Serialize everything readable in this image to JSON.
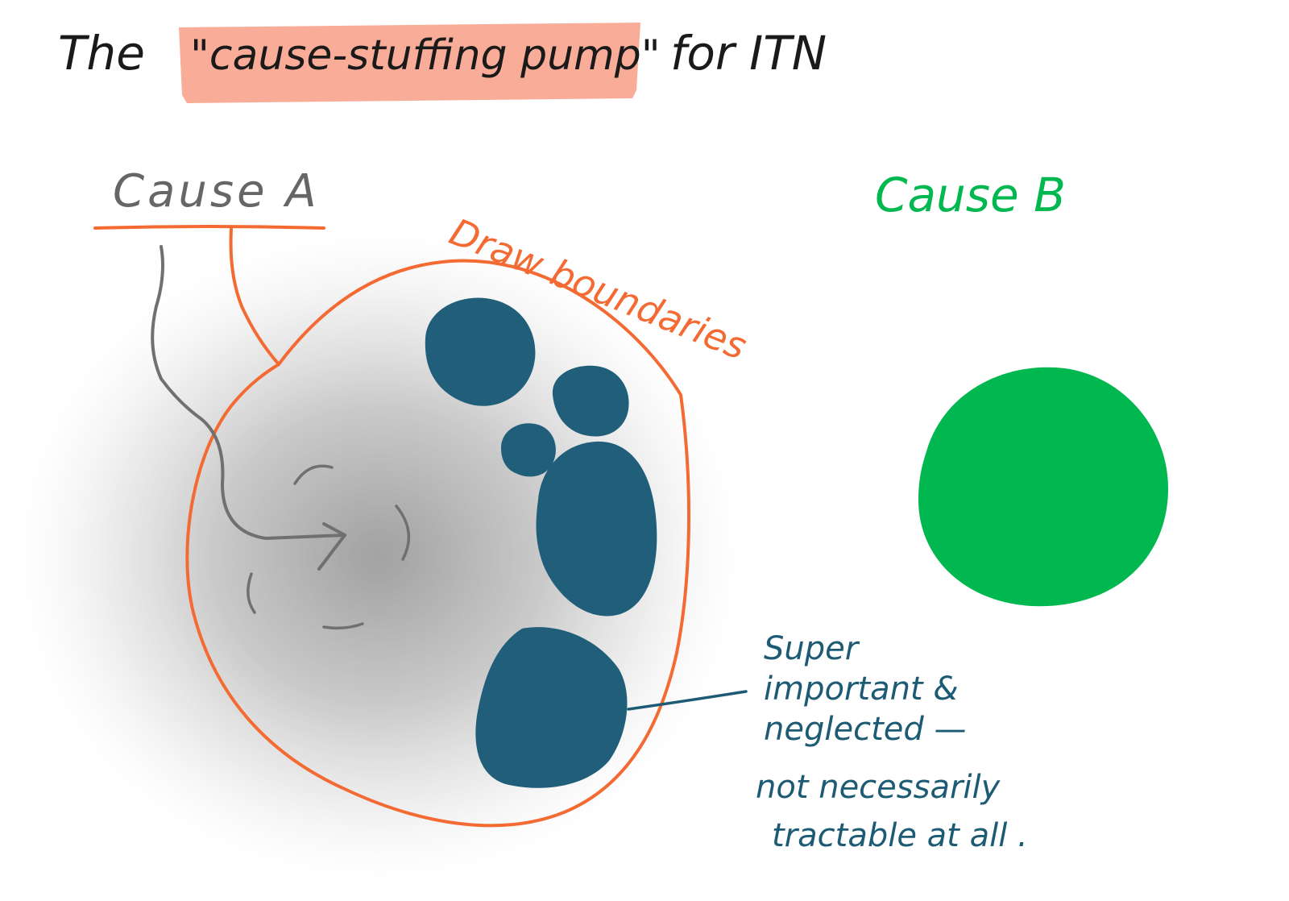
{
  "title": {
    "prefix": "The",
    "highlight": "\"cause-stuffing pump\"",
    "suffix": "for ITN"
  },
  "cause_a": {
    "label": "Cause A"
  },
  "cause_b": {
    "label": "Cause B"
  },
  "boundary": {
    "label": "Draw boundaries"
  },
  "annotation": {
    "lines": [
      "Super",
      "important &",
      "neglected —",
      "not necessarily",
      "tractable at all ."
    ]
  },
  "colors": {
    "title_ink": "#1a1a1a",
    "title_highlight": "#f9ad98",
    "cause_a_ink": "#666666",
    "boundary_orange": "#f36a33",
    "blob_teal": "#205e7a",
    "annotation_teal": "#1d5b75",
    "cause_b_green": "#00b84f",
    "haze_grey": "#9a9a9a"
  },
  "icons": {
    "pump_arrow": "curved-arrow-into-pump",
    "swirl": "swirl-marks"
  }
}
